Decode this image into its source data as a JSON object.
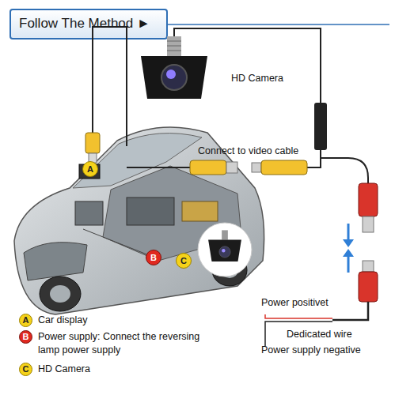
{
  "diagram": {
    "title": "Follow The Method ►",
    "nodes": [
      {
        "text": [
          "A"
        ]
      },
      {
        "text": [
          "B"
        ]
      },
      {
        "text": [
          "C"
        ]
      },
      {
        "text": [
          "A",
          "Car display"
        ]
      },
      {
        "text": [
          "B",
          "Power supply: Connect the reversing lamp power supply"
        ]
      },
      {
        "text": [
          "C",
          "HD Camera"
        ]
      }
    ],
    "labels": [
      "HD Camera",
      "Connect to video cable",
      "Power positivet",
      "Dedicated wire",
      "Power supply negative"
    ]
  }
}
